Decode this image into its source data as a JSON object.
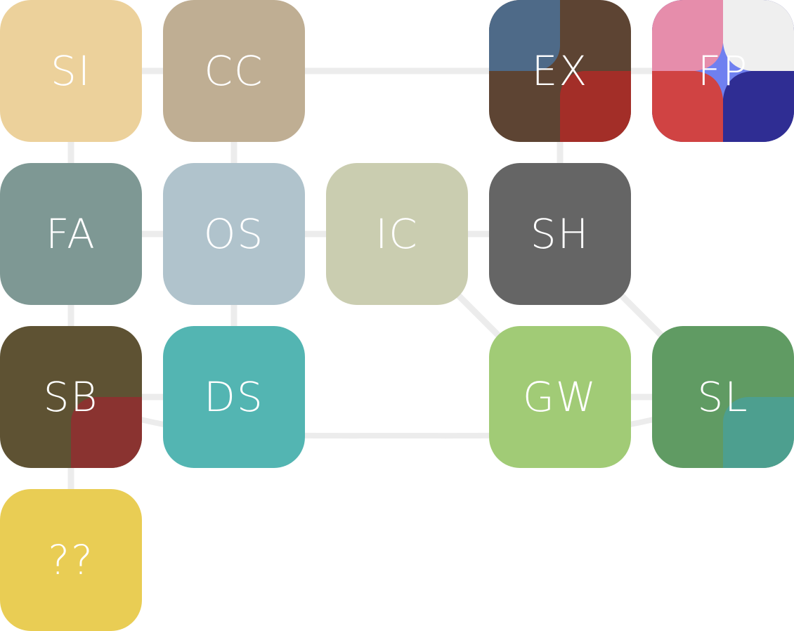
{
  "board": {
    "background": "#ffffff",
    "connector_color": "#ececec",
    "tiles": [
      {
        "id": "SI",
        "label": "SI",
        "row": 0,
        "col": 0,
        "color": "#ecd19b"
      },
      {
        "id": "CC",
        "label": "CC",
        "row": 0,
        "col": 1,
        "color": "#bfae93"
      },
      {
        "id": "EX",
        "label": "EX",
        "row": 0,
        "col": 3,
        "color": "#5d4433",
        "quads": {
          "tl": "#4e6a88",
          "br": "#a32e28"
        }
      },
      {
        "id": "FP",
        "label": "FP",
        "row": 0,
        "col": 4,
        "color": "#2f2d93",
        "quads": {
          "tl": "#e68dab",
          "tr": "#efefef",
          "bl": "#d04343",
          "br": "#2f2d93"
        },
        "accent": "#6f80f0"
      },
      {
        "id": "FA",
        "label": "FA",
        "row": 1,
        "col": 0,
        "color": "#7e9894"
      },
      {
        "id": "OS",
        "label": "OS",
        "row": 1,
        "col": 1,
        "color": "#b0c3cc"
      },
      {
        "id": "IC",
        "label": "IC",
        "row": 1,
        "col": 2,
        "color": "#cacdb0"
      },
      {
        "id": "SH",
        "label": "SH",
        "row": 1,
        "col": 3,
        "color": "#656565"
      },
      {
        "id": "SB",
        "label": "SB",
        "row": 2,
        "col": 0,
        "color": "#5e5233",
        "quads": {
          "br": "#8a3330"
        }
      },
      {
        "id": "DS",
        "label": "DS",
        "row": 2,
        "col": 1,
        "color": "#53b5b2"
      },
      {
        "id": "GW",
        "label": "GW",
        "row": 2,
        "col": 3,
        "color": "#a1cb76"
      },
      {
        "id": "SL",
        "label": "SL",
        "row": 2,
        "col": 4,
        "color": "#609b63",
        "quads": {
          "br": "#4d9f8f"
        }
      },
      {
        "id": "UNKNOWN",
        "label": "??",
        "row": 3,
        "col": 0,
        "color": "#e9cd54"
      }
    ],
    "connections": [
      {
        "from": "SI",
        "to": "CC"
      },
      {
        "from": "CC",
        "to": "EX"
      },
      {
        "from": "EX",
        "to": "FP"
      },
      {
        "from": "SI",
        "to": "FA"
      },
      {
        "from": "CC",
        "to": "OS"
      },
      {
        "from": "EX",
        "to": "SH"
      },
      {
        "from": "FA",
        "to": "OS"
      },
      {
        "from": "OS",
        "to": "IC"
      },
      {
        "from": "IC",
        "to": "SH"
      },
      {
        "from": "FA",
        "to": "SB"
      },
      {
        "from": "OS",
        "to": "DS"
      },
      {
        "from": "IC",
        "to": "GW"
      },
      {
        "from": "SH",
        "to": "SL"
      },
      {
        "from": "SB",
        "to": "DS"
      },
      {
        "from": "GW",
        "to": "SL"
      },
      {
        "from": "SB",
        "to": "SL",
        "curved": true
      },
      {
        "from": "SB",
        "to": "UNKNOWN"
      }
    ]
  }
}
